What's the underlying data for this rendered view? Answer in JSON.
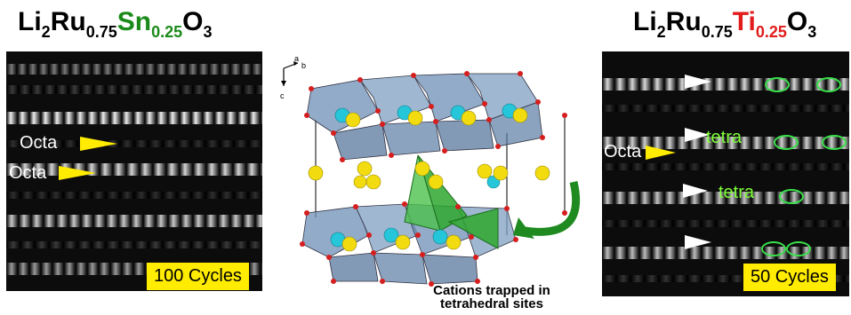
{
  "left_panel": {
    "formula": {
      "el1": "Li",
      "s1": "2",
      "el2": "Ru",
      "s2": "0.75",
      "el3": "Sn",
      "s3": "0.25",
      "el4": "O",
      "s4": "3"
    },
    "substituent_color": "#1a8a1a",
    "labels": [
      "Octa",
      "Octa"
    ],
    "cycles_label": "100 Cycles"
  },
  "right_panel": {
    "formula": {
      "el1": "Li",
      "s1": "2",
      "el2": "Ru",
      "s2": "0.75",
      "el3": "Ti",
      "s3": "0.25",
      "el4": "O",
      "s4": "3"
    },
    "substituent_color": "#e21b1b",
    "octa_label": "Octa",
    "tetra_labels": [
      "tetra",
      "tetra"
    ],
    "cycles_label": "50 Cycles"
  },
  "center": {
    "axes": {
      "a": "a",
      "b": "b",
      "c": "c"
    },
    "caption_line1": "Cations trapped in",
    "caption_line2": "tetrahedral sites"
  },
  "colors": {
    "marker_yellow": "#ffec00",
    "ring_green": "#38e04a",
    "octahedron": "#5b7fa8",
    "tetrahedron": "#2fa82f",
    "oxygen": "#d61e1e",
    "ru_atom": "#26c6da",
    "li_atom": "#f2dc10"
  }
}
